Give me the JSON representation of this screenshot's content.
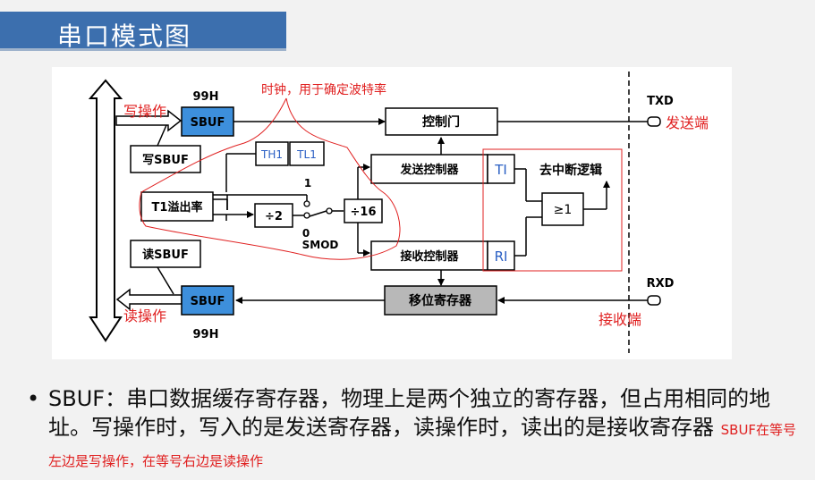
{
  "title": "串口模式图",
  "diagram": {
    "sbuf_top": "SBUF",
    "sbuf_top_addr": "99H",
    "sbuf_bottom": "SBUF",
    "sbuf_bottom_addr": "99H",
    "write_sbuf": "写SBUF",
    "read_sbuf": "读SBUF",
    "t1_overflow": "T1溢出率",
    "th1": "TH1",
    "tl1": "TL1",
    "div2": "÷2",
    "div16": "÷16",
    "smod": "SMOD",
    "smod_1": "1",
    "smod_0": "0",
    "control_gate": "控制门",
    "send_controller": "发送控制器",
    "recv_controller": "接收控制器",
    "shift_register": "移位寄存器",
    "ti": "TI",
    "ri": "RI",
    "or_gate": "≥1",
    "interrupt_logic": "去中断逻辑",
    "txd": "TXD",
    "rxd": "RXD",
    "annot_write": "写操作",
    "annot_read": "读操作",
    "annot_clock": "时钟，用于确定波特率",
    "annot_send_port": "发送端",
    "annot_recv_port": "接收端"
  },
  "text": {
    "bullet": "•",
    "paragraph": "SBUF：串口数据缓存寄存器，物理上是两个独立的寄存器，但占用相同的地址。写操作时，写入的是发送寄存器，读操作时，读出的是接收寄存器",
    "note": "SBUF在等号左边是写操作，在等号右边是读操作"
  },
  "colors": {
    "title_bg": "#3c6fae",
    "sbuf_fill": "#3d8fdc",
    "shift_fill": "#b8b8b8",
    "annotation": "#e02020",
    "ti_ri_text": "#2a5fc4"
  }
}
